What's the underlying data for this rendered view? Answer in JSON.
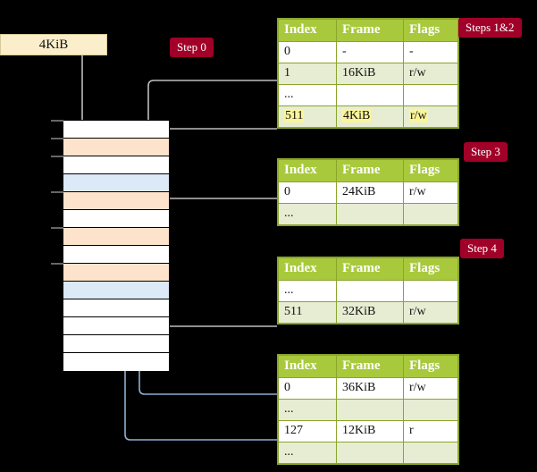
{
  "source_box": {
    "label": "4KiB"
  },
  "badges": [
    {
      "id": "badge-steps12",
      "label": "Steps 1&2"
    },
    {
      "id": "badge-step0",
      "label": "Step 0"
    },
    {
      "id": "badge-step3",
      "label": "Step 3"
    },
    {
      "id": "badge-step4",
      "label": "Step 4"
    }
  ],
  "colors": {
    "badge_bg": "#a10028",
    "table_header_bg": "#a9c93c",
    "table_alt_row_bg": "#e7edd2",
    "highlight": "#fbf59a",
    "mem_orange": "#fde3cc",
    "mem_blue": "#dce9f7",
    "src_box_bg": "#fbeecb",
    "arrow_gray": "#b0b0b0",
    "arrow_blue": "#6a8fbd",
    "background": "#000000"
  },
  "memory_column": {
    "rows": [
      {
        "fill": "white",
        "tick": true
      },
      {
        "fill": "orange",
        "tick": true
      },
      {
        "fill": "white",
        "tick": true
      },
      {
        "fill": "blue",
        "tick": false
      },
      {
        "fill": "orange",
        "tick": true
      },
      {
        "fill": "white",
        "tick": false
      },
      {
        "fill": "orange",
        "tick": true
      },
      {
        "fill": "white",
        "tick": false
      },
      {
        "fill": "orange",
        "tick": true
      },
      {
        "fill": "blue",
        "tick": false
      },
      {
        "fill": "white",
        "tick": false
      },
      {
        "fill": "white",
        "tick": false
      },
      {
        "fill": "white",
        "tick": false
      },
      {
        "fill": "white",
        "tick": false
      }
    ]
  },
  "tables": [
    {
      "id": "t1",
      "headers": [
        "Index",
        "Frame",
        "Flags"
      ],
      "rows": [
        {
          "alt": false,
          "highlight": false,
          "cells": [
            "0",
            "-",
            "-"
          ]
        },
        {
          "alt": true,
          "highlight": false,
          "cells": [
            "1",
            "16KiB",
            "r/w"
          ]
        },
        {
          "alt": false,
          "highlight": false,
          "cells": [
            "...",
            "",
            ""
          ]
        },
        {
          "alt": true,
          "highlight": true,
          "cells": [
            "511",
            "4KiB",
            "r/w"
          ]
        }
      ]
    },
    {
      "id": "t2",
      "headers": [
        "Index",
        "Frame",
        "Flags"
      ],
      "rows": [
        {
          "alt": false,
          "highlight": false,
          "cells": [
            "0",
            "24KiB",
            "r/w"
          ]
        },
        {
          "alt": true,
          "highlight": false,
          "cells": [
            "...",
            "",
            ""
          ]
        }
      ]
    },
    {
      "id": "t3",
      "headers": [
        "Index",
        "Frame",
        "Flags"
      ],
      "rows": [
        {
          "alt": false,
          "highlight": false,
          "cells": [
            "...",
            "",
            ""
          ]
        },
        {
          "alt": true,
          "highlight": false,
          "cells": [
            "511",
            "32KiB",
            "r/w"
          ]
        }
      ]
    },
    {
      "id": "t4",
      "headers": [
        "Index",
        "Frame",
        "Flags"
      ],
      "rows": [
        {
          "alt": false,
          "highlight": false,
          "cells": [
            "0",
            "36KiB",
            "r/w"
          ]
        },
        {
          "alt": true,
          "highlight": false,
          "cells": [
            "...",
            "",
            ""
          ]
        },
        {
          "alt": false,
          "highlight": false,
          "cells": [
            "127",
            "12KiB",
            "r"
          ]
        },
        {
          "alt": true,
          "highlight": false,
          "cells": [
            "...",
            "",
            ""
          ]
        }
      ]
    }
  ]
}
